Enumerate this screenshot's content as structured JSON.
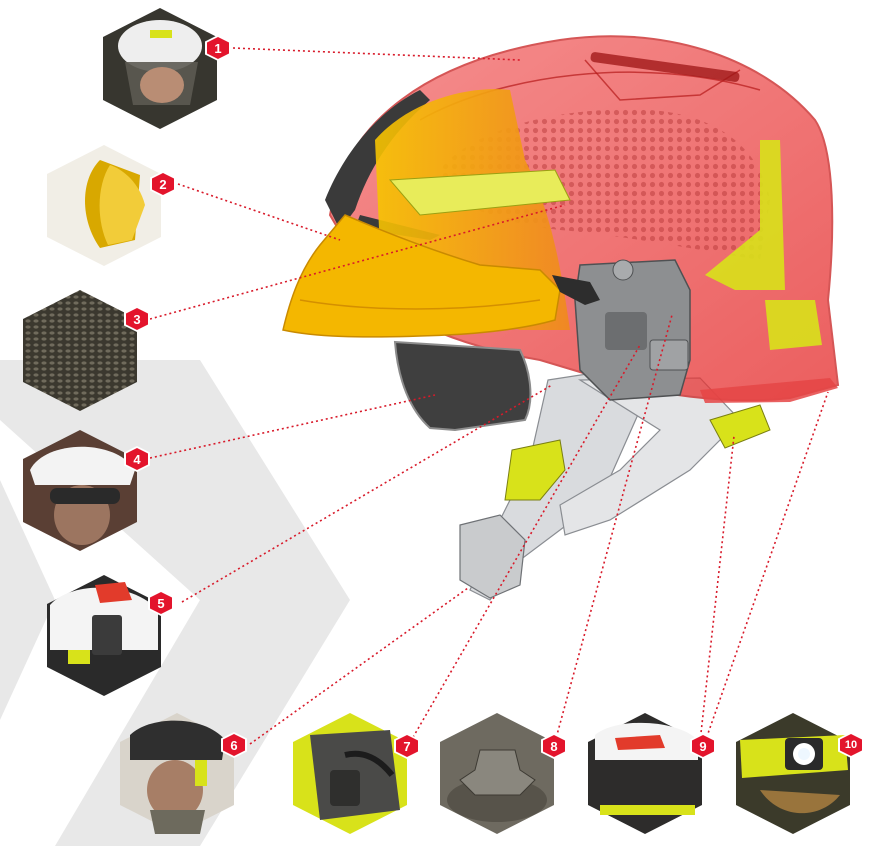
{
  "colors": {
    "accent": "#e3142c",
    "helmet_shell": "#ef3b3b",
    "visor_gold": "#f2b400",
    "hi_vis": "#d8e21a",
    "chevron_grey": "#e6e6e6",
    "leader_line": "#d81a2a"
  },
  "callouts": [
    {
      "number": "1",
      "icon": "face-shield-photo"
    },
    {
      "number": "2",
      "icon": "gold-visor-photo"
    },
    {
      "number": "3",
      "icon": "mesh-liner-photo"
    },
    {
      "number": "4",
      "icon": "eye-protection-photo"
    },
    {
      "number": "5",
      "icon": "side-adapter-photo"
    },
    {
      "number": "6",
      "icon": "chin-strap-photo"
    },
    {
      "number": "7",
      "icon": "mounting-lever-photo"
    },
    {
      "number": "8",
      "icon": "adjuster-knob-photo"
    },
    {
      "number": "9",
      "icon": "neck-curtain-photo"
    },
    {
      "number": "10",
      "icon": "lamp-photo"
    }
  ]
}
